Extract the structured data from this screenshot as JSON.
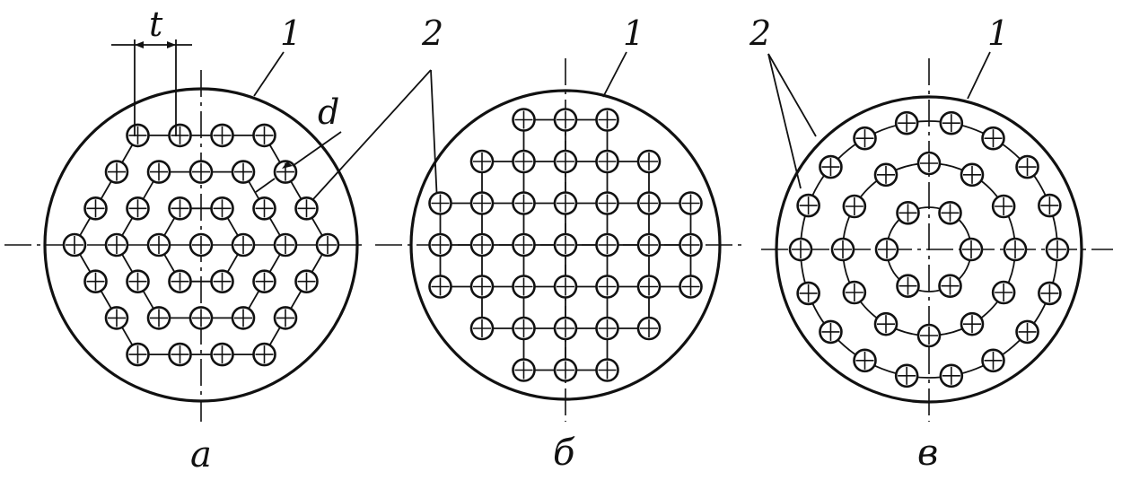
{
  "figure": {
    "panels": [
      {
        "id": "a",
        "caption": "а",
        "shell_label": "1",
        "tube_label": "2",
        "pitch_label": "t",
        "diameter_label": "d",
        "layout": "hexagonal",
        "tube_rings": 3
      },
      {
        "id": "b",
        "caption": "б",
        "shell_label": "1",
        "layout": "square",
        "grid_rows": 7,
        "grid_cols": 7
      },
      {
        "id": "c",
        "caption": "в",
        "shell_label": "1",
        "tube_label": "2",
        "layout": "concentric",
        "ring_tube_counts": [
          6,
          12,
          18
        ]
      }
    ],
    "colors": {
      "ink": "#111111",
      "paper": "#ffffff"
    }
  }
}
